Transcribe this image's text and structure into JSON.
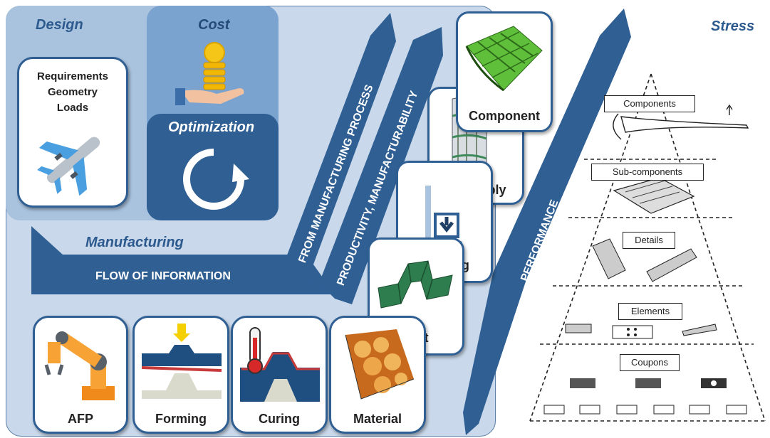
{
  "sections": {
    "design": "Design",
    "cost": "Cost",
    "optimization": "Optimization",
    "manufacturing": "Manufacturing",
    "stress": "Stress"
  },
  "requirements_card": {
    "lines": [
      "Requirements",
      "Geometry",
      "Loads"
    ]
  },
  "arrows": {
    "flow_of_information": "FLOW OF INFORMATION",
    "from_manufacturing_process": "FROM MANUFACTURING PROCESS",
    "productivity": "PRODUCTIVITY, MANUFACTURABILITY",
    "performance": "PERFORMANCE"
  },
  "process_cards": [
    {
      "label": "AFP",
      "icon": "robot-arm-icon"
    },
    {
      "label": "Forming",
      "icon": "forming-press-icon"
    },
    {
      "label": "Curing",
      "icon": "thermometer-icon"
    },
    {
      "label": "Material",
      "icon": "material-microscopy-image"
    }
  ],
  "stack_cards": [
    {
      "label": "Part",
      "icon": "hat-stiffener-icon"
    },
    {
      "label": "Welding",
      "icon": "welding-icon"
    },
    {
      "label": "Assembly",
      "icon": "fuselage-assembly-image"
    },
    {
      "label": "Component",
      "icon": "panel-component-image"
    }
  ],
  "pyramid": {
    "levels": [
      "Components",
      "Sub-components",
      "Details",
      "Elements",
      "Coupons"
    ]
  },
  "colors": {
    "dark_blue": "#2f5f93",
    "mid_blue": "#7aa3d0",
    "light_blue": "#a9c2de",
    "panel_blue": "#c9d8ea"
  }
}
